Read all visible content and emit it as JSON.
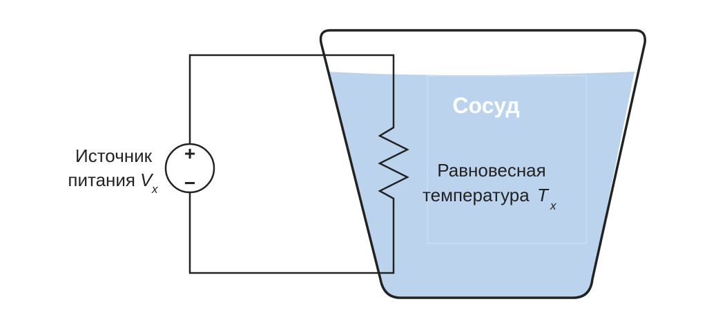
{
  "source": {
    "line1": "Источник",
    "line2": "питания",
    "var": "V",
    "sub": "x",
    "plus": "+",
    "minus": "−"
  },
  "vessel": {
    "label": "Сосуд"
  },
  "equilibrium": {
    "line1": "Равновесная",
    "line2": "температура",
    "var": "T",
    "sub": "x"
  },
  "colors": {
    "liquid": "#bcd3ee",
    "outline": "#222222",
    "vessel_label": "#ffffff"
  }
}
